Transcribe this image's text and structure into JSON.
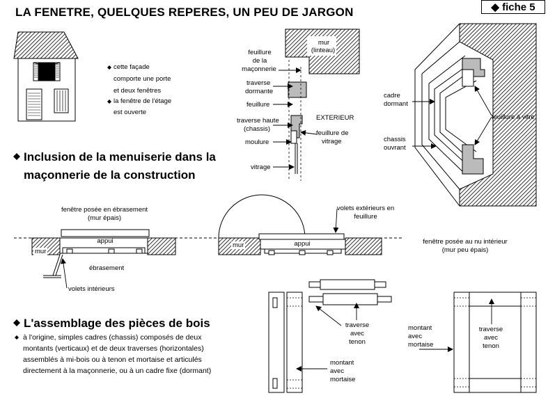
{
  "header": {
    "title": "LA FENETRE, QUELQUES REPERES, UN PEU DE JARGON",
    "fiche": "◆ fiche 5"
  },
  "facade_notes": {
    "bullet1": [
      "cette façade",
      "comporte une porte",
      "et deux fenêtres"
    ],
    "bullet2": [
      "la fenêtre de l'étage",
      "est ouverte"
    ]
  },
  "section_title_1": [
    "Inclusion de la menuiserie dans la",
    "maçonnerie de la construction"
  ],
  "section_title_2": "L'assemblage des pièces de bois",
  "assembly_text": [
    "à l'origine, simples cadres (chassis) composés de deux",
    "montants (verticaux) et de deux traverses (horizontales)",
    "assemblés à mi-bois ou à tenon et mortaise et articulés",
    "directement à la maçonnerie, ou à un cadre fixe (dormant)"
  ],
  "section_detail": {
    "mur_linteau": [
      "mur",
      "(linteau)"
    ],
    "feuillure_maconnerie": [
      "feuillure",
      "de la",
      "maçonnerie"
    ],
    "traverse_dormante": [
      "traverse",
      "dormante"
    ],
    "feuillure": "feuillure",
    "exterieur": "EXTERIEUR",
    "traverse_haute": [
      "traverse haute",
      "(chassis)"
    ],
    "feuillure_vitrage": [
      "feuillure de",
      "vitrage"
    ],
    "moulure": "moulure",
    "vitrage": "vitrage"
  },
  "perspective": {
    "cadre_dormant": [
      "cadre",
      "dormant"
    ],
    "chassis_ouvrant": [
      "chassis",
      "ouvrant"
    ],
    "feuillure_vitre": "feuillure à vitre"
  },
  "plans": {
    "left_caption": [
      "fenêtre posée en ébrasement",
      "(mur épais)"
    ],
    "appui": "appui",
    "mur": "mur",
    "ebrasement": "ébrasement",
    "volets_interieurs": "volets intérieurs",
    "volets_exterieurs": [
      "volets extérieurs en",
      "feuillure"
    ],
    "right_caption": [
      "fenêtre posée au nu intérieur",
      "(mur peu épais)"
    ]
  },
  "joinery": {
    "traverse_tenon": [
      "traverse",
      "avec",
      "tenon"
    ],
    "montant_mortaise": [
      "montant",
      "avec",
      "mortaise"
    ]
  }
}
